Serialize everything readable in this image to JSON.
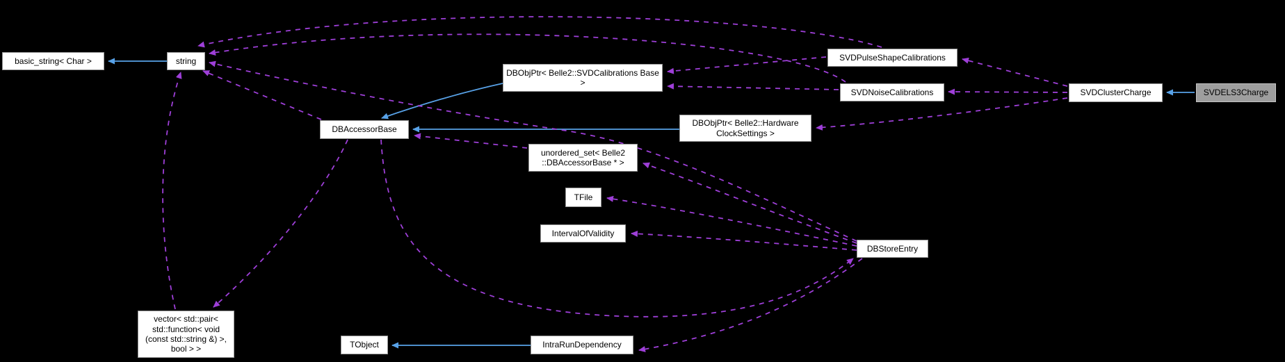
{
  "diagram": {
    "title": "SVDELS3Charge collaboration graph",
    "colors": {
      "background": "#000000",
      "node_fill": "#ffffff",
      "node_border": "#969696",
      "highlight_node_fill": "#9e9e9e",
      "inheritance_arrow": "#58a2e8",
      "usage_arrow": "#9e3fd8"
    },
    "nodes": [
      {
        "id": "basic_string",
        "label": "basic_string< Char >"
      },
      {
        "id": "string",
        "label": "string"
      },
      {
        "id": "dbobjptr_svdcal",
        "label": "DBObjPtr< Belle2::SVDCalibrations Base >"
      },
      {
        "id": "dbaccessorbase",
        "label": "DBAccessorBase"
      },
      {
        "id": "dbobjptr_hwclock",
        "label": "DBObjPtr< Belle2::Hardware ClockSettings >"
      },
      {
        "id": "unordered_set",
        "label": "unordered_set< Belle2 ::DBAccessorBase * >"
      },
      {
        "id": "tfile",
        "label": "TFile"
      },
      {
        "id": "intervalofvalidity",
        "label": "IntervalOfValidity"
      },
      {
        "id": "dbstoreentry",
        "label": "DBStoreEntry"
      },
      {
        "id": "svdpulseshapecal",
        "label": "SVDPulseShapeCalibrations"
      },
      {
        "id": "svdnoisecal",
        "label": "SVDNoiseCalibrations"
      },
      {
        "id": "svdclustercharge",
        "label": "SVDClusterCharge"
      },
      {
        "id": "svdels3charge",
        "label": "SVDELS3Charge"
      },
      {
        "id": "vector_callbacks",
        "label": "vector< std::pair< std::function< void (const std::string &) >, bool > >"
      },
      {
        "id": "tobject",
        "label": "TObject"
      },
      {
        "id": "intrarundependency",
        "label": "IntraRunDependency"
      }
    ],
    "edges": [
      {
        "from": "string",
        "to": "basic_string",
        "type": "inheritance"
      },
      {
        "from": "dbobjptr_svdcal",
        "to": "dbaccessorbase",
        "type": "inheritance"
      },
      {
        "from": "dbobjptr_hwclock",
        "to": "dbaccessorbase",
        "type": "inheritance"
      },
      {
        "from": "svdels3charge",
        "to": "svdclustercharge",
        "type": "inheritance"
      },
      {
        "from": "intrarundependency",
        "to": "tobject",
        "type": "inheritance"
      },
      {
        "from": "svdpulseshapecal",
        "to": "string",
        "type": "usage"
      },
      {
        "from": "svdnoisecal",
        "to": "string",
        "type": "usage"
      },
      {
        "from": "svdpulseshapecal",
        "to": "dbobjptr_svdcal",
        "type": "usage"
      },
      {
        "from": "svdnoisecal",
        "to": "dbobjptr_svdcal",
        "type": "usage"
      },
      {
        "from": "svdclustercharge",
        "to": "svdpulseshapecal",
        "type": "usage"
      },
      {
        "from": "svdclustercharge",
        "to": "svdnoisecal",
        "type": "usage"
      },
      {
        "from": "svdclustercharge",
        "to": "dbobjptr_hwclock",
        "type": "usage"
      },
      {
        "from": "dbaccessorbase",
        "to": "string",
        "type": "usage"
      },
      {
        "from": "dbaccessorbase",
        "to": "vector_callbacks",
        "type": "usage"
      },
      {
        "from": "dbaccessorbase",
        "to": "dbstoreentry",
        "type": "usage"
      },
      {
        "from": "unordered_set",
        "to": "dbaccessorbase",
        "type": "usage"
      },
      {
        "from": "dbstoreentry",
        "to": "unordered_set",
        "type": "usage"
      },
      {
        "from": "dbstoreentry",
        "to": "tfile",
        "type": "usage"
      },
      {
        "from": "dbstoreentry",
        "to": "intervalofvalidity",
        "type": "usage"
      },
      {
        "from": "dbstoreentry",
        "to": "string",
        "type": "usage"
      },
      {
        "from": "dbstoreentry",
        "to": "intrarundependency",
        "type": "usage"
      },
      {
        "from": "vector_callbacks",
        "to": "string",
        "type": "usage"
      }
    ]
  }
}
